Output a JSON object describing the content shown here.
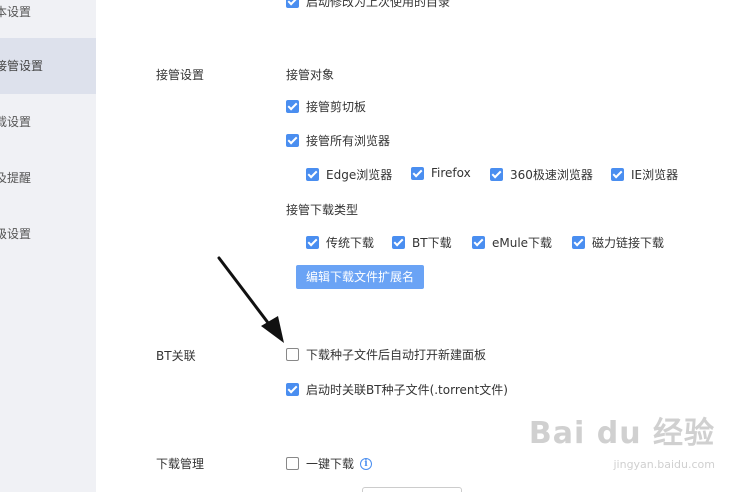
{
  "sidebar": {
    "items": [
      {
        "label": "本设置",
        "active": false
      },
      {
        "label": "接管设置",
        "active": true
      },
      {
        "label": "载设置",
        "active": false
      },
      {
        "label": "及提醒",
        "active": false
      },
      {
        "label": "级设置",
        "active": false
      }
    ]
  },
  "top_partial": {
    "label": "启动修改为上次使用的目录",
    "checked": true
  },
  "takeover": {
    "section_label": "接管设置",
    "objects_title": "接管对象",
    "clipboard": {
      "label": "接管剪切板",
      "checked": true
    },
    "all_browsers": {
      "label": "接管所有浏览器",
      "checked": true
    },
    "browsers": [
      {
        "label": "Edge浏览器",
        "checked": true
      },
      {
        "label": "Firefox",
        "checked": true
      },
      {
        "label": "360极速浏览器",
        "checked": true
      },
      {
        "label": "IE浏览器",
        "checked": true
      }
    ],
    "download_types_title": "接管下载类型",
    "download_types": [
      {
        "label": "传统下载",
        "checked": true
      },
      {
        "label": "BT下载",
        "checked": true
      },
      {
        "label": "eMule下载",
        "checked": true
      },
      {
        "label": "磁力链接下载",
        "checked": true
      }
    ],
    "edit_ext_button": "编辑下载文件扩展名"
  },
  "bt": {
    "section_label": "BT关联",
    "open_panel": {
      "label": "下载种子文件后自动打开新建面板",
      "checked": false
    },
    "associate": {
      "label": "启动时关联BT种子文件(.torrent文件)",
      "checked": true
    }
  },
  "download_mgmt": {
    "section_label": "下载管理",
    "one_click": {
      "label": "一键下载",
      "checked": false
    },
    "info_icon": "i"
  },
  "watermark": {
    "main": "Bai du 经验",
    "sub": "jingyan.baidu.com"
  },
  "colors": {
    "accent": "#4a8ef0",
    "button": "#6aa3f5",
    "sidebar": "#f0f1f5",
    "sidebar_active": "#dde1ec"
  }
}
